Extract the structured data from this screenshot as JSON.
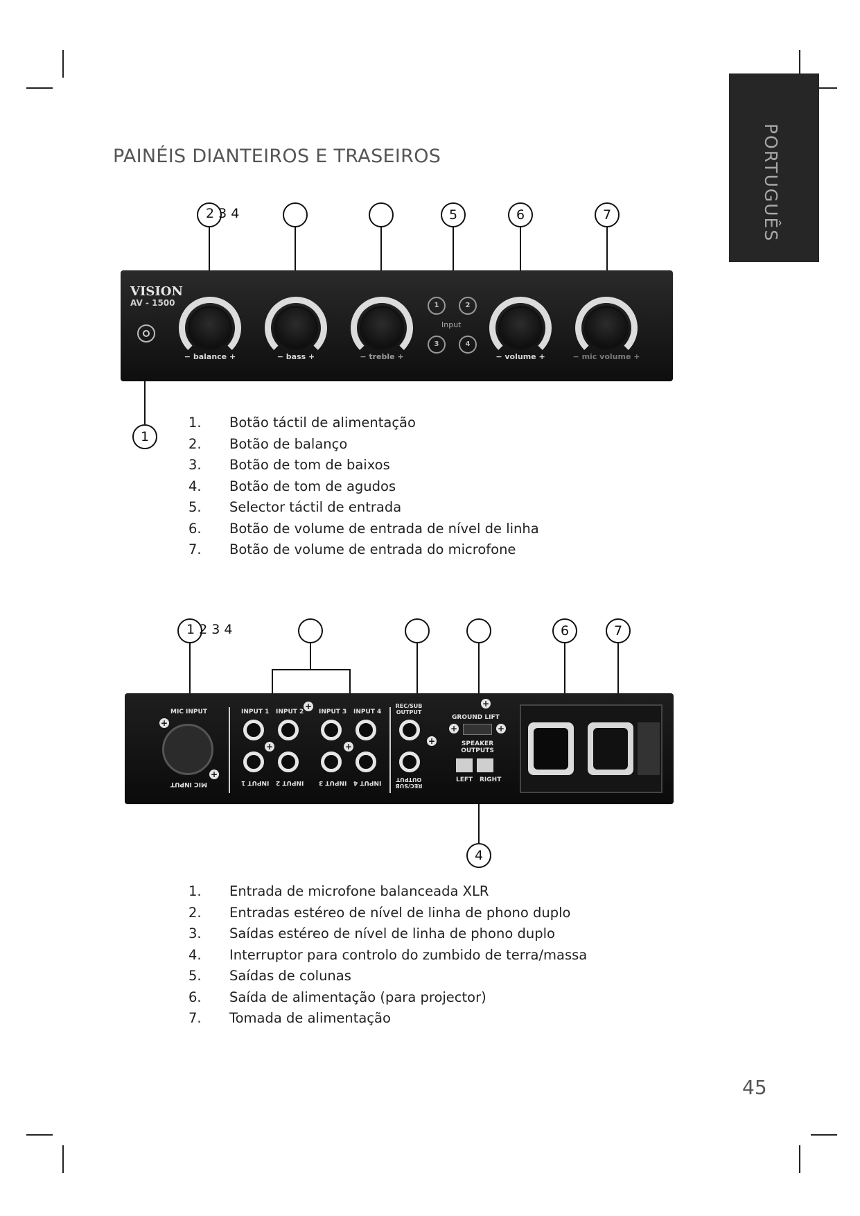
{
  "side_tab": "PORTUGUÊS",
  "title": "PAINÉIS DIANTEIROS E TRASEIROS",
  "front_panel": {
    "brand": "VISION",
    "model": "AV - 1500",
    "knobs": [
      "− balance +",
      "− bass +",
      "− treble +",
      "− volume +",
      "− mic volume +"
    ],
    "input_label": "Input",
    "input_buttons": [
      "1",
      "2",
      "3",
      "4"
    ],
    "callouts": {
      "top_group": "2 3 4",
      "c5": "5",
      "c6": "6",
      "c7": "7",
      "c1": "1"
    }
  },
  "front_list": [
    {
      "n": "1.",
      "t": "Botão táctil de alimentação"
    },
    {
      "n": "2.",
      "t": "Botão de balanço"
    },
    {
      "n": "3.",
      "t": "Botão de tom de baixos"
    },
    {
      "n": "4.",
      "t": "Botão de tom de agudos"
    },
    {
      "n": "5.",
      "t": "Selector táctil de entrada"
    },
    {
      "n": "6.",
      "t": "Botão de volume de entrada de nível de linha"
    },
    {
      "n": "7.",
      "t": "Botão de volume de entrada do microfone"
    }
  ],
  "rear_panel": {
    "mic_input_top": "MIC INPUT",
    "mic_input_bottom": "MIC INPUT",
    "inputs_top": [
      "INPUT 1",
      "INPUT 2",
      "INPUT 3",
      "INPUT 4"
    ],
    "inputs_bottom": [
      "INPUT 1",
      "INPUT 2",
      "INPUT 3",
      "INPUT 4"
    ],
    "rec_sub_top": "REC/SUB OUTPUT",
    "rec_sub_bottom": "REC/SUB OUTPUT",
    "ground_lift": "GROUND LIFT",
    "speaker_outputs": "SPEAKER OUTPUTS",
    "left": "LEFT",
    "right": "RIGHT",
    "callouts": {
      "top_group": "1 2 3 4",
      "c6": "6",
      "c7": "7",
      "c4": "4"
    }
  },
  "rear_list": [
    {
      "n": "1.",
      "t": "Entrada de microfone balanceada XLR"
    },
    {
      "n": "2.",
      "t": "Entradas estéreo de nível de linha de phono duplo"
    },
    {
      "n": "3.",
      "t": "Saídas estéreo de nível de linha de phono duplo"
    },
    {
      "n": "4.",
      "t": "Interruptor para controlo do zumbido de terra/massa"
    },
    {
      "n": "5.",
      "t": "Saídas de colunas"
    },
    {
      "n": "6.",
      "t": "Saída de alimentação (para projector)"
    },
    {
      "n": "7.",
      "t": "Tomada de alimentação"
    }
  ],
  "page_number": "45"
}
